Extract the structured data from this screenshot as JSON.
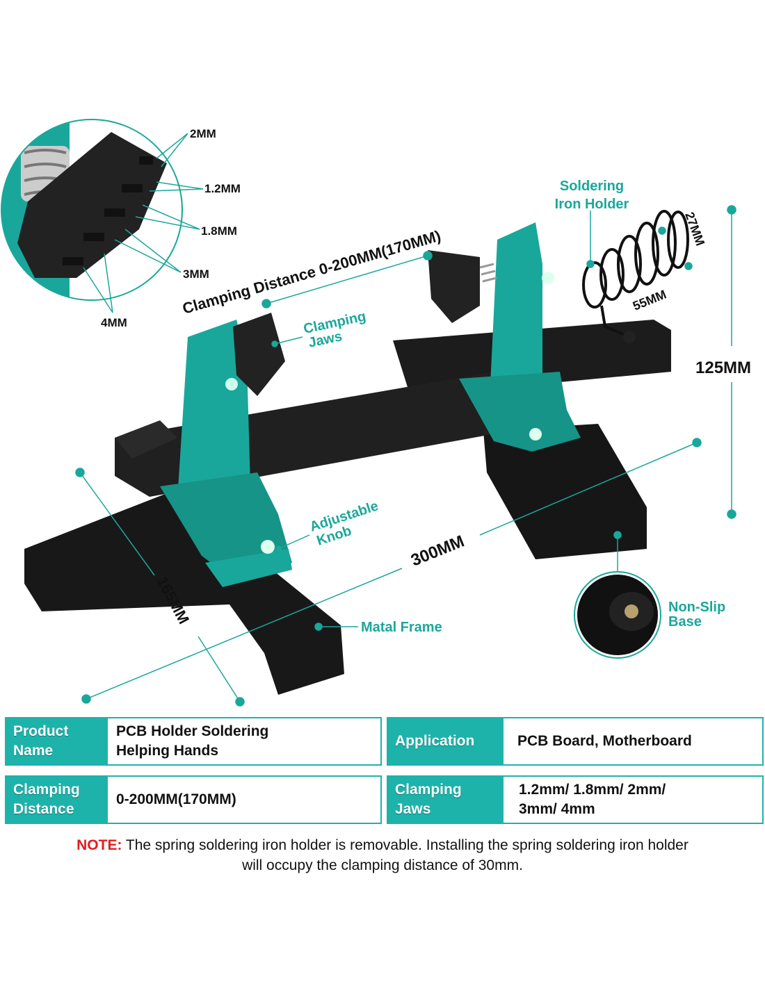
{
  "colors": {
    "accent": "#1db3aa",
    "note": "#e41e1e",
    "frame": "#1a1a1a"
  },
  "callouts": {
    "jaw_sizes": [
      "2MM",
      "1.2MM",
      "1.8MM",
      "3MM",
      "4MM"
    ],
    "clamping_distance": "Clamping Distance 0-200MM(170MM)",
    "clamping_jaws": [
      "Clamping",
      "Jaws"
    ],
    "iron_holder": [
      "Soldering",
      "Iron Holder"
    ],
    "spring_height": "27MM",
    "spring_length": "55MM",
    "height": "125MM",
    "adjustable_knob": [
      "Adjustable",
      "Knob"
    ],
    "length": "300MM",
    "width": "165MM",
    "metal_frame": "Matal Frame",
    "non_slip": [
      "Non-Slip",
      "Base"
    ]
  },
  "specs": [
    {
      "label": [
        "Product",
        "Name"
      ],
      "value": [
        "PCB Holder Soldering",
        "Helping Hands"
      ]
    },
    {
      "label": [
        "Application"
      ],
      "value": [
        "PCB Board,  Motherboard"
      ]
    },
    {
      "label": [
        "Clamping",
        "Distance"
      ],
      "value": [
        "0-200MM(170MM)"
      ]
    },
    {
      "label": [
        "Clamping",
        "Jaws"
      ],
      "value": [
        "1.2mm/ 1.8mm/ 2mm/",
        "3mm/ 4mm"
      ]
    }
  ],
  "note": {
    "prefix": "NOTE:",
    "line1": " The spring soldering iron holder is removable. Installing the spring soldering iron holder",
    "line2": "will occupy the clamping distance of 30mm."
  }
}
